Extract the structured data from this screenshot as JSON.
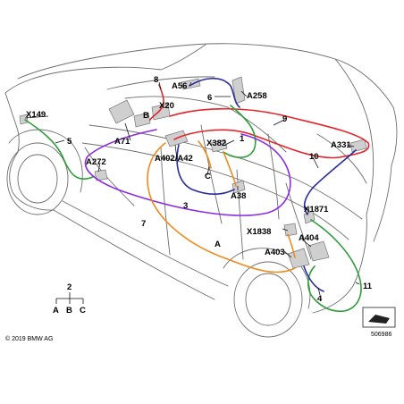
{
  "diagram": {
    "component_labels": {
      "x149": "X149",
      "a272": "A272",
      "a71": "A71",
      "a56": "A56",
      "x20": "X20",
      "b": "B",
      "a258": "A258",
      "a402_a42": "A402/A42",
      "x382": "X382",
      "c": "C",
      "a38": "A38",
      "a": "A",
      "x1838": "X1838",
      "a403": "A403",
      "a404": "A404",
      "x1871": "X1871",
      "a331": "A331"
    },
    "wire_numbers": {
      "n1": "1",
      "n3": "3",
      "n4": "4",
      "n5": "5",
      "n6": "6",
      "n7": "7",
      "n8": "8",
      "n9": "9",
      "n10": "10",
      "n11": "11"
    },
    "wire_colors": {
      "green": "#2f9e3a",
      "orange": "#f08a1e",
      "red": "#e3262d",
      "blue": "#2b2f9e",
      "purple": "#8a2be2"
    },
    "legend_tree": {
      "root": "2",
      "children": [
        "A",
        "B",
        "C"
      ]
    },
    "copyright": "© 2019 BMW AG",
    "figure_id": "506986"
  }
}
